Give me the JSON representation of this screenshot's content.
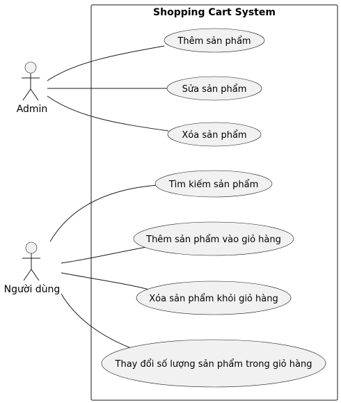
{
  "system": {
    "title": "Shopping Cart System"
  },
  "actors": [
    {
      "id": "admin",
      "label": "Admin"
    },
    {
      "id": "user",
      "label": "Người dùng"
    }
  ],
  "use_cases": [
    {
      "id": "uc1",
      "label": "Thêm sản phẩm"
    },
    {
      "id": "uc2",
      "label": "Sửa sản phẩm"
    },
    {
      "id": "uc3",
      "label": "Xóa sản phẩm"
    },
    {
      "id": "uc4",
      "label": "Tìm kiếm sản phẩm"
    },
    {
      "id": "uc5",
      "label": "Thêm sản phẩm vào giỏ hàng"
    },
    {
      "id": "uc6",
      "label": "Xóa sản phẩm khỏi giỏ hàng"
    },
    {
      "id": "uc7",
      "label": "Thay đổi số lượng sản phẩm trong giỏ hàng"
    }
  ],
  "associations": [
    {
      "from": "admin",
      "to": "uc1"
    },
    {
      "from": "admin",
      "to": "uc2"
    },
    {
      "from": "admin",
      "to": "uc3"
    },
    {
      "from": "user",
      "to": "uc4"
    },
    {
      "from": "user",
      "to": "uc5"
    },
    {
      "from": "user",
      "to": "uc6"
    },
    {
      "from": "user",
      "to": "uc7"
    }
  ]
}
